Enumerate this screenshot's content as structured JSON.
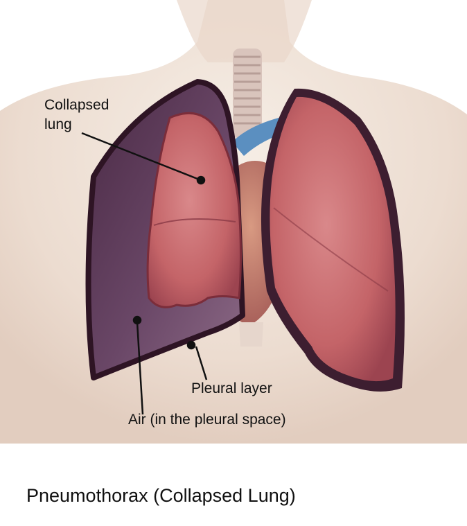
{
  "labels": {
    "collapsed_lung_line1": "Collapsed",
    "collapsed_lung_line2": "lung",
    "pleural_layer": "Pleural layer",
    "air_pleural_space": "Air (in the pleural space)"
  },
  "caption": "Pneumothorax (Collapsed Lung)",
  "colors": {
    "skin": "#efe4da",
    "lung": "#c86a6e",
    "lung_dark": "#8f3a44",
    "air_space": "#5e3a58",
    "pleura_outline": "#3d1e30",
    "vessel_blue": "#5b8fc0",
    "trachea": "#d7c0b8"
  }
}
